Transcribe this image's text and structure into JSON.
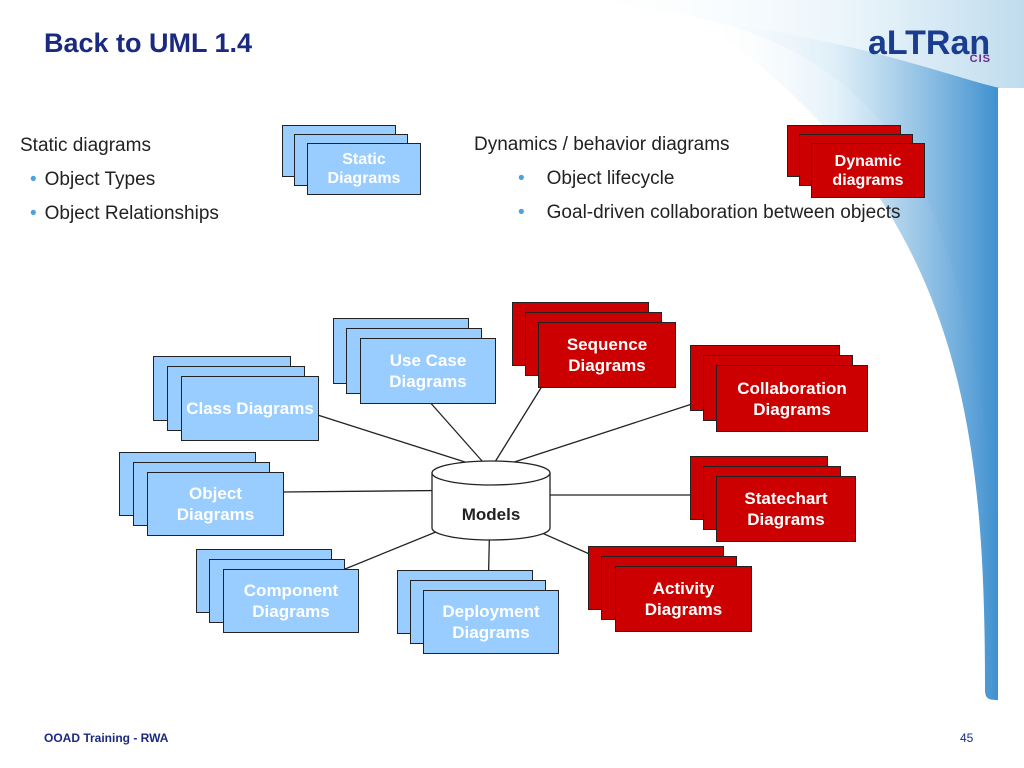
{
  "slide": {
    "title": "Back to UML 1.4",
    "logo": {
      "main": "aLTRan",
      "sub": "CIS"
    },
    "static_section": {
      "heading": "Static diagrams",
      "bullets": [
        "Object Types",
        "Object Relationships"
      ],
      "badge": "Static Diagrams"
    },
    "dynamic_section": {
      "heading": "Dynamics / behavior diagrams",
      "bullets": [
        "Object lifecycle",
        "Goal-driven collaboration between objects"
      ],
      "badge": "Dynamic diagrams"
    },
    "diagram": {
      "center": "Models",
      "static_nodes": {
        "use_case": "Use Case Diagrams",
        "class": "Class Diagrams",
        "object": "Object Diagrams",
        "component": "Component Diagrams",
        "deployment": "Deployment Diagrams"
      },
      "dynamic_nodes": {
        "sequence": "Sequence Diagrams",
        "collaboration": "Collaboration Diagrams",
        "statechart": "Statechart Diagrams",
        "activity": "Activity Diagrams"
      }
    },
    "footer": {
      "left": "OOAD Training - RWA",
      "page_number": "45"
    },
    "colors": {
      "title": "#1a2a80",
      "static_fill": "#99ccff",
      "dynamic_fill": "#cc0000",
      "bullet": "#4aa3e0",
      "wave": "#3d8fcf"
    }
  }
}
